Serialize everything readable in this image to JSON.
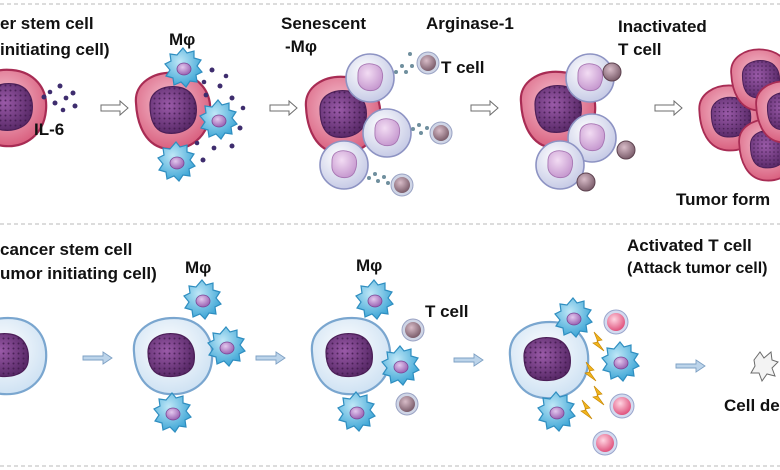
{
  "top_panel": {
    "cancer_stem_cell": "er stem cell",
    "tumor_initiating_cell": "initiating cell)",
    "il6": "IL-6",
    "macrophage": "Mφ",
    "senescent_line1": "Senescent",
    "senescent_line2": "-Mφ",
    "arginase": "Arginase-1",
    "t_cell": "T cell",
    "inactivated_line1": "Inactivated",
    "inactivated_line2": "T cell",
    "tumor_formation": "Tumor form"
  },
  "bottom_panel": {
    "cancer_stem_cell": "cancer stem cell",
    "tumor_initiating_cell": "umor initiating cell)",
    "macrophage_1": "Mφ",
    "macrophage_2": "Mφ",
    "t_cell": "T cell",
    "activated_t_cell": "Activated T cell",
    "attack_tumor_cell": "(Attack tumor cell)",
    "cell_death": "Cell de"
  },
  "colors": {
    "tumor_membrane": "#c23a66",
    "tumor_body": "#e8a0b4",
    "nucleus": "#7b3f88",
    "macrophage": "#4fb6e3",
    "macrophage_nucleus": "#b37ac6",
    "senescent_macrophage": "#dcdff2",
    "t_cell_inactive": "#8a6f7c",
    "t_cell_active": "#e66b93",
    "lightning": "#f2b51d",
    "il6_dot": "#3e2d6e",
    "divider": "#b9b9b9"
  }
}
